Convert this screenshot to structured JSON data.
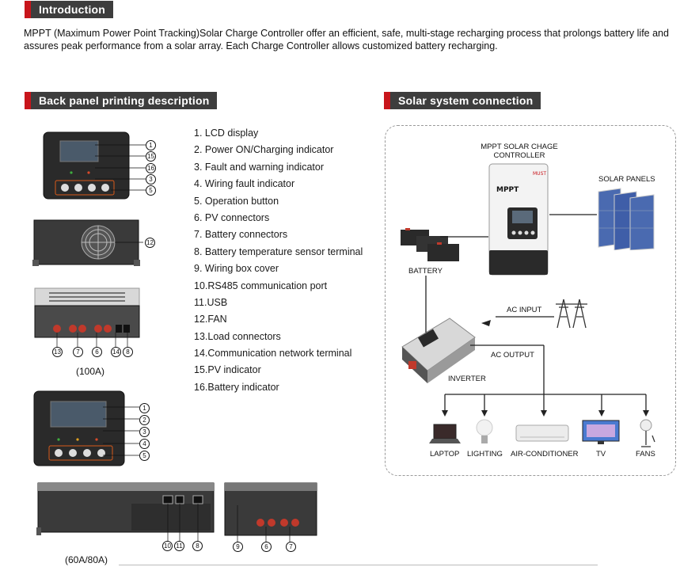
{
  "intro": {
    "title": "Introduction",
    "text": "MPPT (Maximum Power Point Tracking)Solar Charge Controller offer an efficient, safe, multi-stage recharging process that prolongs battery life and assures peak performance from a solar array. Each Charge Controller allows customized battery recharging."
  },
  "back_panel": {
    "title": "Back panel printing description",
    "items": [
      "1.  LCD display",
      "2.  Power ON/Charging indicator",
      "3.  Fault and warning indicator",
      "4.  Wiring fault indicator",
      "5.  Operation button",
      "6.  PV connectors",
      "7.  Battery connectors",
      "8.  Battery temperature sensor terminal",
      "9.  Wiring box cover",
      "10.RS485 communication port",
      "11.USB",
      "12.FAN",
      "13.Load connectors",
      "14.Communication network terminal",
      "15.PV indicator",
      "16.Battery indicator"
    ],
    "caption_100a": "(100A)",
    "caption_60_80a": "(60A/80A)",
    "callouts_a": [
      "1",
      "15",
      "16",
      "3",
      "5"
    ],
    "callout_fan": "12",
    "callouts_bottom_a": [
      "13",
      "7",
      "6",
      "14",
      "8"
    ],
    "callouts_b": [
      "1",
      "2",
      "3",
      "4",
      "5"
    ],
    "callouts_side": [
      "10",
      "11",
      "8"
    ],
    "callouts_rear": [
      "9",
      "6",
      "7"
    ]
  },
  "connection": {
    "title": "Solar system connection",
    "controller": "MPPT SOLAR CHAGE\nCONTROLLER",
    "controller_line1": "MPPT SOLAR CHAGE",
    "controller_line2": "CONTROLLER",
    "solar_panels": "SOLAR PANELS",
    "battery": "BATTERY",
    "ac_input": "AC INPUT",
    "ac_output": "AC OUTPUT",
    "inverter": "INVERTER",
    "loads": [
      "LAPTOP",
      "LIGHTING",
      "AIR-CONDITIONER",
      "TV",
      "FANS"
    ]
  },
  "colors": {
    "accent": "#c8151b",
    "header_bg": "#3d3d3d"
  }
}
